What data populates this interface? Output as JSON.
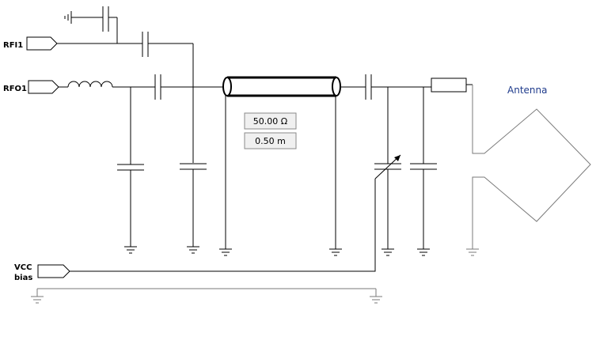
{
  "ports": {
    "rfi1": "RFI1",
    "rfo1": "RFO1",
    "vcc_line1": "VCC",
    "vcc_line2": "bias"
  },
  "antenna_label": "Antenna",
  "transmission_line": {
    "impedance": "50.00 Ω",
    "length": "0.50 m"
  }
}
